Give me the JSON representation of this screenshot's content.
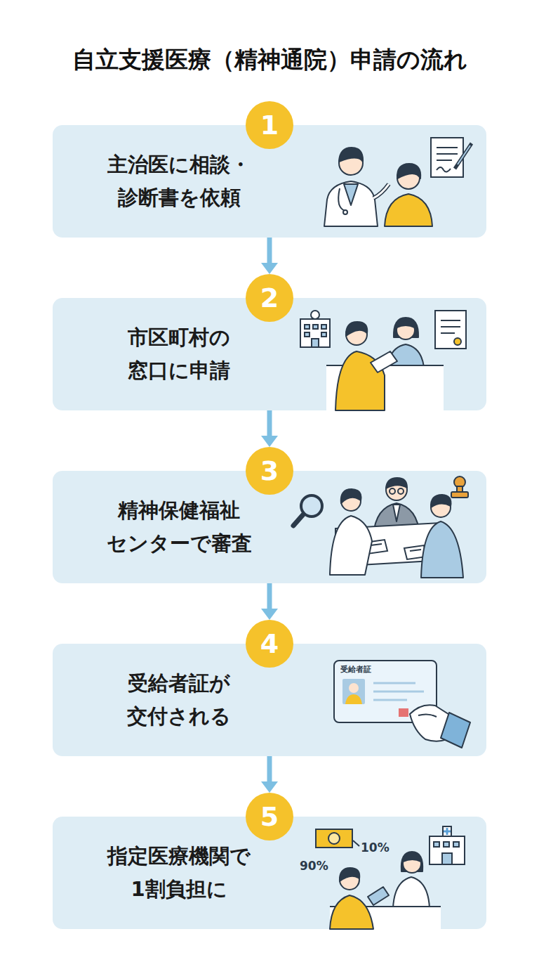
{
  "diagram": {
    "title": "自立支援医療（精神通院）申請の流れ",
    "nodes": [
      {
        "text": [
          "1",
          "主治医に相談・ 診断書を依頼"
        ]
      },
      {
        "text": [
          "2",
          "市区町村の 窓口に申請"
        ]
      },
      {
        "text": [
          "3",
          "精神保健福祉 センターで審査"
        ]
      },
      {
        "text": [
          "4",
          "受給者証が 交付される"
        ]
      },
      {
        "text": [
          "5",
          "指定医療機関で 1割負担に"
        ]
      }
    ],
    "edges": [
      {
        "from": 0,
        "to": 1,
        "arrow": "to"
      },
      {
        "from": 1,
        "to": 2,
        "arrow": "to"
      },
      {
        "from": 2,
        "to": 3,
        "arrow": "to"
      },
      {
        "from": 3,
        "to": 4,
        "arrow": "to"
      }
    ],
    "labels": [
      "受給者証",
      "10%",
      "90%"
    ]
  }
}
